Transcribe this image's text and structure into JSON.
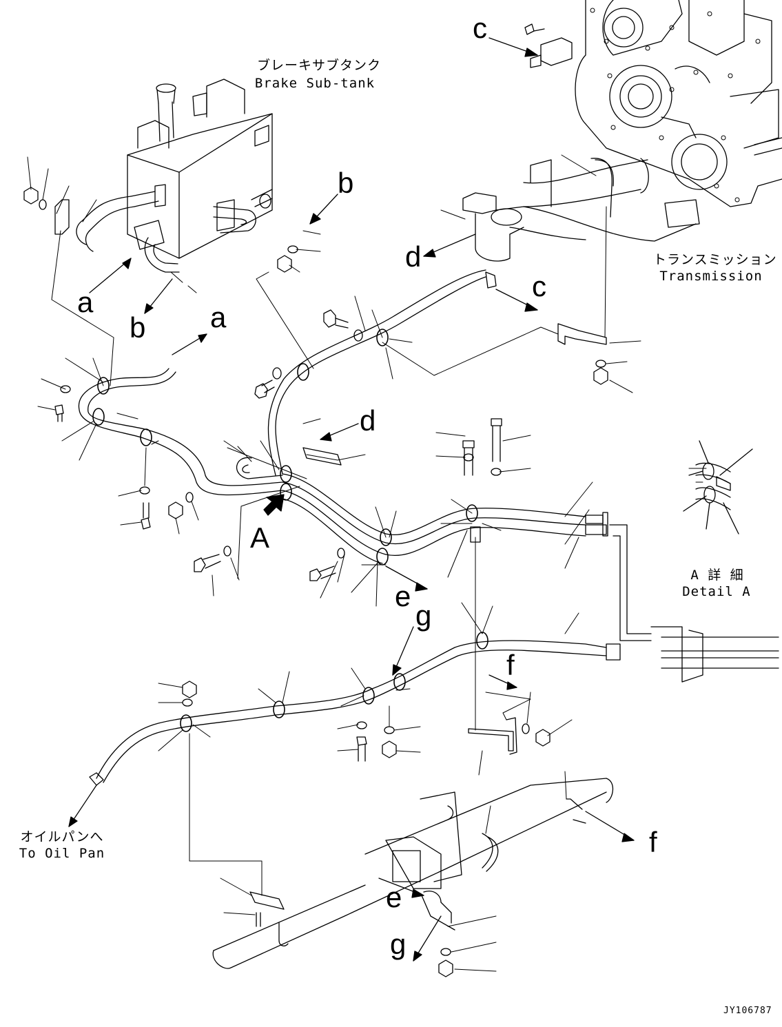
{
  "labels": {
    "brake_jp": "ブレーキサブタンク",
    "brake_en": "Brake Sub-tank",
    "trans_jp": "トランスミッション",
    "trans_en": "Transmission",
    "detail_jp": "A 詳 細",
    "detail_en": "Detail A",
    "oilpan_jp": "オイルパンへ",
    "oilpan_en": "To Oil Pan",
    "view_A": "A",
    "ref_a": "a",
    "ref_b": "b",
    "ref_c": "c",
    "ref_d": "d",
    "ref_e": "e",
    "ref_f": "f",
    "ref_g": "g",
    "code": "JY106787"
  },
  "colors": {
    "line": "#000000",
    "background": "#ffffff"
  }
}
